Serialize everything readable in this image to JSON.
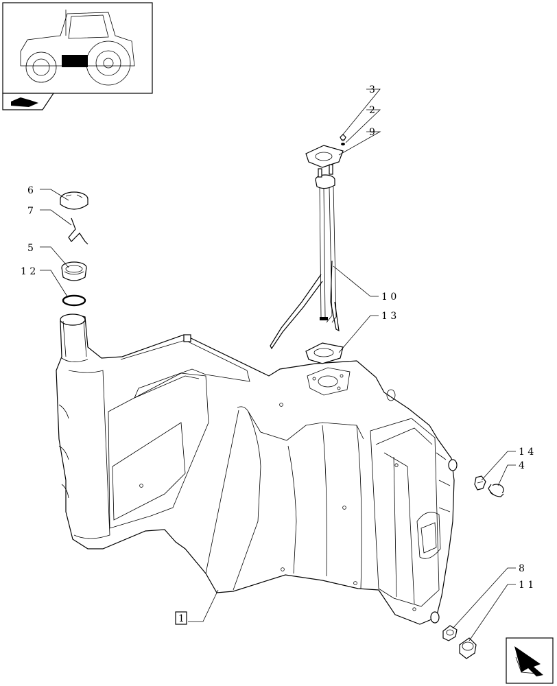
{
  "callouts": {
    "c1": "1",
    "c2": "2",
    "c3": "3",
    "c4": "4",
    "c5": "5",
    "c6": "6",
    "c7": "7",
    "c8": "8",
    "c9": "9",
    "c10": "1 0",
    "c11": "1 1",
    "c12": "1 2",
    "c13": "1 3",
    "c14": "1 4"
  },
  "icons": {
    "thumbnail": "tractor-thumbnail-icon",
    "thumbnail_tab": "book-page-icon",
    "nav": "next-page-arrow-icon"
  },
  "colors": {
    "line": "#000000",
    "background": "#ffffff"
  }
}
